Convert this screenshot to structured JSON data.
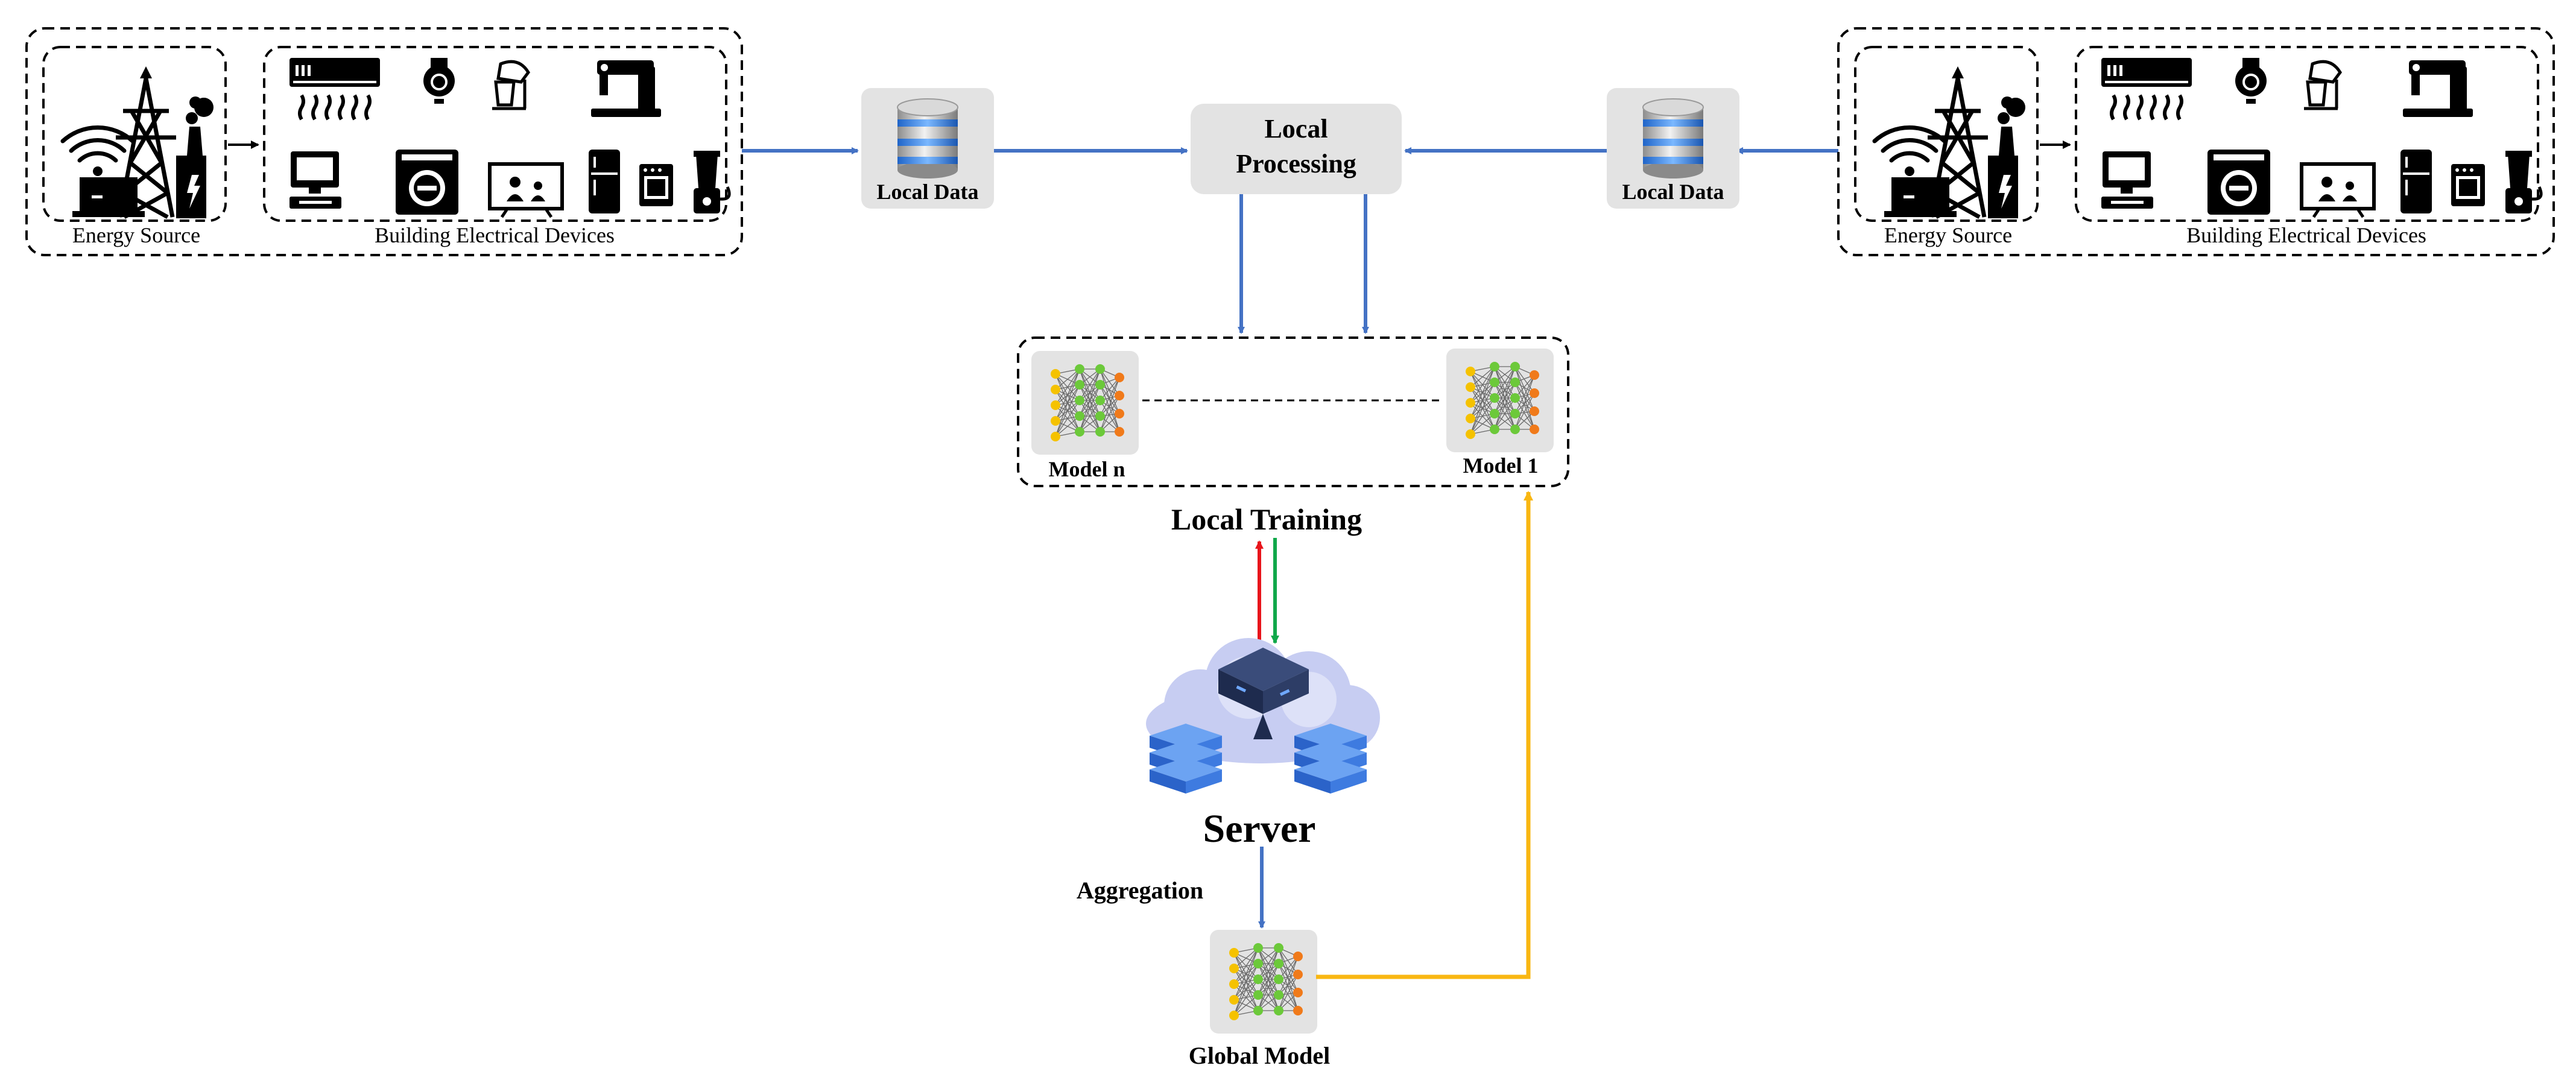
{
  "left_group": {
    "energy_label": "Energy Source",
    "devices_label": "Building Electrical Devices"
  },
  "right_group": {
    "energy_label": "Energy Source",
    "devices_label": "Building Electrical Devices"
  },
  "local_data_left": {
    "label": "Local Data"
  },
  "local_data_right": {
    "label": "Local Data"
  },
  "processing": {
    "line1": "Local",
    "line2": "Processing"
  },
  "models": {
    "left_label": "Model n",
    "right_label": "Model 1"
  },
  "local_training": {
    "label": "Local Training"
  },
  "server": {
    "label": "Server"
  },
  "aggregation": {
    "label": "Aggregation"
  },
  "global_model": {
    "label": "Global Model"
  },
  "colors": {
    "blue_arrow": "#4472C4",
    "red_arrow": "#E8141B",
    "green_arrow": "#10A84A",
    "yellow_arrow": "#F9B712",
    "box_gray": "#E3E3E3"
  }
}
